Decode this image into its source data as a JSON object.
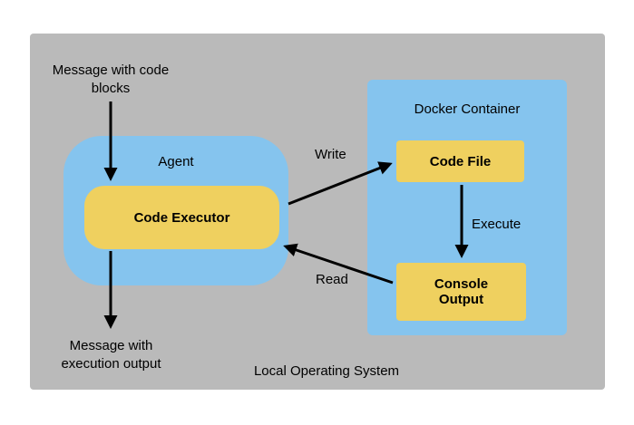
{
  "diagram": {
    "os_label": "Local Operating System",
    "agent": {
      "label": "Agent",
      "code_executor_label": "Code Executor"
    },
    "docker": {
      "label": "Docker Container",
      "code_file_label": "Code File",
      "console_output_label": "Console Output"
    },
    "messages": {
      "input_text": "Message with code blocks",
      "output_text": "Message with execution output"
    },
    "arrows": {
      "write_label": "Write",
      "execute_label": "Execute",
      "read_label": "Read"
    },
    "colors": {
      "outer_gray": "#bababa",
      "box_blue": "#85c4ee",
      "box_yellow": "#efd05f",
      "arrow_black": "#000000"
    }
  }
}
